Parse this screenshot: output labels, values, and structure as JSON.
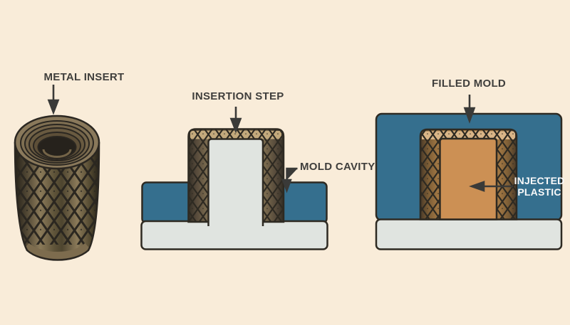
{
  "figure": {
    "title": "Insert molding process diagram",
    "labels": {
      "metal_insert": "METAL INSERT",
      "insertion_step": "INSERTION STEP",
      "mold_cavity": "MOLD CAVITY",
      "filled_mold": "FILLED MOLD",
      "injected_plastic": "INJECTED PLASTIC"
    },
    "colors": {
      "background": "#f9ecd9",
      "mold_blue": "#356f8e",
      "mold_base_gray": "#e0e4e0",
      "injected_plastic_orange": "#cc9054",
      "insert_bronze_dark": "#4a4130",
      "insert_bronze_light": "#8b7a59",
      "insert_orange_bronze": "#b5854b",
      "outline_dark": "#2e2a22",
      "arrow_dark": "#3a3a38",
      "label_text_dark": "#3f3e3c",
      "label_text_light": "#fafafa"
    }
  }
}
